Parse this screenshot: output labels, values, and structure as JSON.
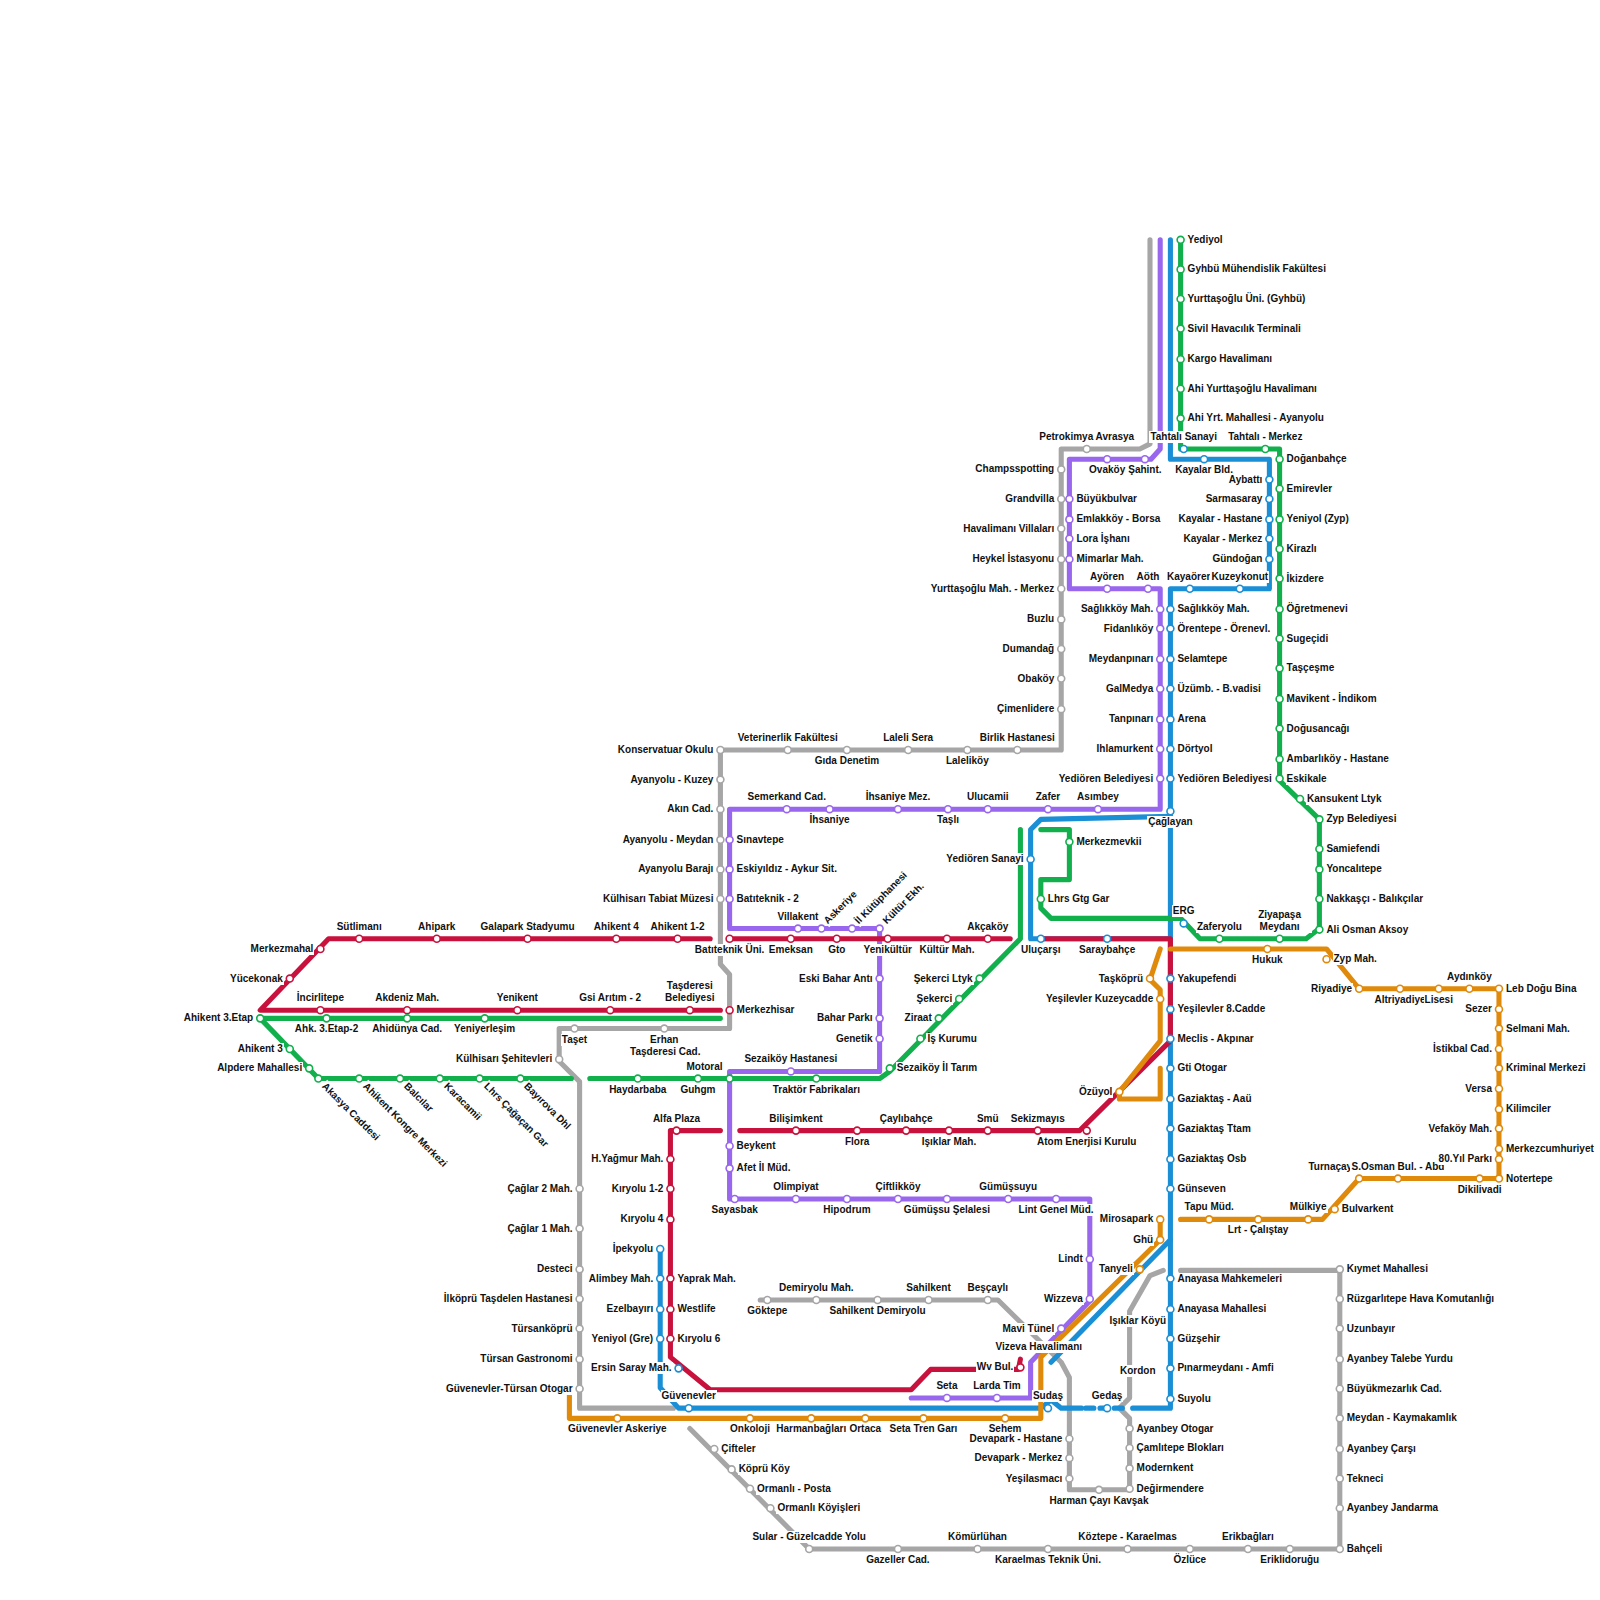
{
  "diagram": {
    "labels": [
      "Yediyol",
      "Gyhbü Mühendislik Fakültesi",
      "Yurttaşoğlu Üni. (Gyhbü)",
      "Sivil Havacılık Terminali",
      "Kargo Havalimanı",
      "Ahi Yurttaşoğlu Havalimanı",
      "Ahi Yrt. Mahallesi - Ayanyolu",
      "Petrokimya Avrasya",
      "Tahtalı Sanayi",
      "Tahtalı - Merkez",
      "Doğanbahçe",
      "Emirevler",
      "Yeniyol (Zyp)",
      "Kirazlı",
      "İkizdere",
      "Öğretmenevi",
      "Sugeçidi",
      "Taşçeşme",
      "Mavikent - İndikom",
      "Doğusancağı",
      "Ambarlıköy - Hastane",
      "Eskikale",
      "Kansukent Ltyk",
      "Zyp Belediyesi",
      "Samiefendi",
      "Yoncalıtepe",
      "Nakkaşçı - Balıkçılar",
      "Ali Osman Aksoy",
      "Champsspotting",
      "Grandvilla",
      "Havalimanı Villaları",
      "Heykel İstasyonu",
      "Yurttaşoğlu Mah. - Merkez",
      "Buzlu",
      "Dumandağ",
      "Obaköy",
      "Çimenlidere",
      "Ovaköy",
      "Şahint.",
      "Kayalar Bld.",
      "Büyükbulvar",
      "Emlakköy - Borsa",
      "Lora İşhanı",
      "Mimarlar Mah.",
      "Aybattı",
      "Sarmasaray",
      "Kayalar - Hastane",
      "Kayalar - Merkez",
      "Gündoğan",
      "Ayören",
      "Aöth",
      "Kayaören",
      "Kuzeykonut",
      "Sağlıkköy Mah.",
      "Sağlıkköy Mah.",
      "Fidanlıköy",
      "Örentepe - Örenevl.",
      "Meydanpınarı",
      "Selamtepe",
      "GalMedya",
      "Üzümb. - B.vadisi",
      "Tanpınarı",
      "Arena",
      "Ihlamurkent",
      "Dörtyol",
      "Yediören Belediyesi",
      "Yediören Belediyesi",
      "Çağlayan",
      "Konservatuar Okulu",
      "Veterinerlik Fakültesi",
      "Gıda Denetim",
      "Laleli Sera",
      "Laleliköy",
      "Birlik Hastanesi",
      "Ayanyolu - Kuzey",
      "Akın Cad.",
      "Ayanyolu - Meydan",
      "Ayanyolu Barajı",
      "Külhisarı Tabiat Müzesi",
      "Semerkand Cad.",
      "İhsaniye",
      "İhsaniye Mez.",
      "Taşlı",
      "Ulucamii",
      "Zafer",
      "Asımbey",
      "Sınavtepe",
      "Eskiyıldız - Aykur Sit.",
      "Batıteknik - 2",
      "Villakent",
      "Askeriye",
      "İl Kütüphanesi",
      "Kültür Ekh.",
      "Batıteknik Üni.",
      "Emeksan",
      "Gto",
      "Yenikültür",
      "Kültür Mah.",
      "Akçaköy",
      "Eski Bahar Antı",
      "Bahar Parkı",
      "Genetik",
      "Şekerci Ltyk",
      "Şekerci",
      "Ziraat",
      "İş Kurumu",
      "Sezaiköy İl Tarım",
      "Sezaiköy Hastanesi",
      "Traktör Fabrikaları",
      "Motoral",
      "Haydarbaba",
      "Guhgm",
      "Merkezmahal",
      "Yücekonak",
      "Sütlimanı",
      "Ahipark",
      "Galapark Stadyumu",
      "Ahikent 4",
      "Ahikent 1-2",
      "İncirlitepe",
      "Akdeniz Mah.",
      "Yenikent",
      "Gsi Arıtım - 2",
      "Taşderesi Belediyesi",
      "Merkezhisar",
      "Ahk. 3.Etap-2",
      "Ahidünya Cad.",
      "Yeniyerleşim",
      "Taşet",
      "Erhan",
      "Taşderesi Cad.",
      "Ahikent 3.Etap",
      "Ahikent 3",
      "Alpdere Mahallesi",
      "Akasya Caddesi",
      "Ahikent Kongre Merkezi",
      "Balcılar",
      "Karacamii",
      "Lhrs Çağaçan Gar",
      "Bayırova Dhl",
      "Külhisarı Şehitevleri",
      "Çağlar 2 Mah.",
      "Çağlar 1 Mah.",
      "Desteci",
      "İlköprü Taşdelen Hastanesi",
      "Türsanköprü",
      "Türsan Gastronomi",
      "Güvenevler-Türsan Otogar",
      "Alfa Plaza",
      "Beykent",
      "Bilişimkent",
      "Flora",
      "Çaylıbahçe",
      "Işıklar Mah.",
      "Smü",
      "Sekizmayıs",
      "Atom Enerjisi Kurulu",
      "H.Yağmur Mah.",
      "Kıryolu 1-2",
      "Kıryolu 4",
      "İpekyolu",
      "Alimbey Mah.",
      "Ezelbayırı",
      "Yeniyol (Gre)",
      "Ersin Saray Mah.",
      "Yaprak Mah.",
      "Westlife",
      "Kıryolu 6",
      "Afet İl Müd.",
      "Sayasbak",
      "Olimpiyat",
      "Hipodrum",
      "Çiftlikköy",
      "Gümüşsu Şelalesi",
      "Gümüşsuyu",
      "Lint Genel Müd.",
      "Lindt",
      "Wizzeva",
      "Güvenevler",
      "Güvenevler Askeriye",
      "Onkoloji",
      "Harmanbağları",
      "Ortaca",
      "Seta Tren Garı",
      "Sehem",
      "Seta",
      "Larda Tim",
      "Sudaş",
      "Devapark - Hastane",
      "Devapark - Merkez",
      "Yeşilasmacı",
      "Harman Çayı Kavşak",
      "Gedaş",
      "Ayanbey Otogar",
      "Çamlıtepe Blokları",
      "Modernkent",
      "Değirmendere",
      "Kordon",
      "Işıklar Köyü",
      "Çifteler",
      "Köprü Köy",
      "Ormanlı - Posta",
      "Ormanlı Köyişleri",
      "Sular - Güzelcadde Yolu",
      "Gazeller Cad.",
      "Kömürlühan",
      "Karaelmas Teknik Üni.",
      "Köztepe - Karaelmas",
      "Özlüce",
      "Erikbağları",
      "Eriklidoruğu",
      "Bahçeli",
      "Kıymet Mahallesi",
      "Rüzgarlıtepe Hava Komutanlığı",
      "Uzunbayır",
      "Ayanbey Talebe Yurdu",
      "Büyükmezarlık Cad.",
      "Meydan - Kaymakamlık",
      "Ayanbey Çarşı",
      "Tekneci",
      "Ayanbey Jandarma",
      "Göktepe",
      "Demiryolu Mah.",
      "Sahilkent Demiryolu",
      "Sahilkent",
      "Beşçaylı",
      "Tanyeli",
      "Mavi Tünel",
      "Vizeva Havalimanı",
      "Wv Bul.",
      "Anayasa Mahkemeleri",
      "Anayasa Mahallesi",
      "Güzşehir",
      "Pınarmeydanı - Amfi",
      "Suyolu",
      "Mirosapark",
      "Ghü",
      "Tapu Müd.",
      "Lrt - Çalıştay",
      "Mülkiye",
      "Bulvarkent",
      "Turnaçay",
      "S.Osman Bul. - Abd",
      "Dikilivadi",
      "Notertepe",
      "80.Yıl Parkı",
      "Merkezcumhuriyet",
      "Vefaköy Mah.",
      "Kilimciler",
      "Versa",
      "Kriminal Merkezi",
      "İstikbal Cad.",
      "Selmani Mah.",
      "Sezer",
      "Leb Doğu Bina",
      "Aydınköy",
      "Altriyadiye",
      "Lisesi",
      "Riyadiye",
      "Zyp Mah.",
      "ERG",
      "Zaferyolu",
      "Ziyapaşa Meydanı",
      "Hukuk",
      "Yakupefendi",
      "Yeşilevler 8.Cadde",
      "Meclis - Akpınar",
      "Gti Otogar",
      "Gaziaktaş - Aaü",
      "Gaziaktaş Ttam",
      "Gaziaktaş Osb",
      "Günseven",
      "Taşköprü",
      "Yeşilevler Kuzeycadde",
      "Özüyol",
      "Yediören Sanayi",
      "Merkezmevkii",
      "Lhrs Gtg Gar",
      "Uluçarşı",
      "Saraybahçe"
    ]
  }
}
